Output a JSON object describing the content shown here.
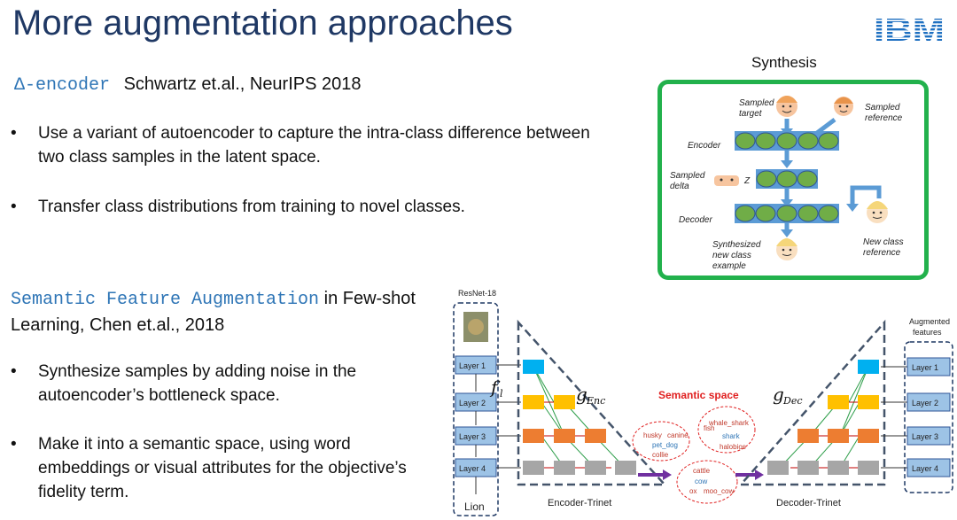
{
  "slide": {
    "title": "More augmentation approaches",
    "logo": "IBM"
  },
  "section1": {
    "method": "Δ-encoder",
    "citation": "Schwartz et.al., NeurIPS 2018",
    "bullets": [
      "Use a variant of autoencoder to capture the intra-class difference between two class samples in the latent space.",
      "Transfer class distributions from training to novel classes."
    ]
  },
  "section2": {
    "method": "Semantic Feature Augmentation",
    "citation_a": " in Few-shot",
    "citation_b": "Learning, Chen et.al., 2018",
    "bullets": [
      "Synthesize samples by adding noise in the autoencoder’s bottleneck space.",
      "Make it into a semantic space, using word embeddings or visual attributes for the objective’s fidelity term."
    ]
  },
  "synthesis": {
    "label": "Synthesis",
    "sampled_target": [
      "Sampled",
      "target"
    ],
    "sampled_reference": [
      "Sampled",
      "reference"
    ],
    "encoder": "Encoder",
    "sampled_delta": [
      "Sampled",
      "delta"
    ],
    "z": "Z",
    "decoder": "Decoder",
    "synthesized": [
      "Synthesized",
      "new class",
      "example"
    ],
    "new_class_reference": [
      "New class",
      "reference"
    ]
  },
  "trinet": {
    "resnet": "ResNet-18",
    "augmented": [
      "Augmented",
      "features"
    ],
    "layers": [
      "Layer 1",
      "Layer 2",
      "Layer 3",
      "Layer 4"
    ],
    "lion": "Lion",
    "f_label": "f",
    "f_sub": "l",
    "g_enc": "g",
    "g_enc_sub": "Enc",
    "g_dec": "g",
    "g_dec_sub": "Dec",
    "semantic_space": "Semantic space",
    "words_left": [
      "husky",
      "canine",
      "pet_dog",
      "collie"
    ],
    "words_right": [
      "whale_shark",
      "fish",
      "shark",
      "halobios"
    ],
    "words_bottom": [
      "cattle",
      "cow",
      "ox",
      "moo_cow"
    ],
    "encoder_trinet": "Encoder-Trinet",
    "decoder_trinet": "Decoder-Trinet"
  },
  "colors": {
    "title": "#1f3864",
    "mono": "#2e75b6",
    "green_frame": "#22b14c",
    "layer_box": "#9dc3e6",
    "node_fill": "#70ad47",
    "arrow": "#5b9bd5"
  }
}
